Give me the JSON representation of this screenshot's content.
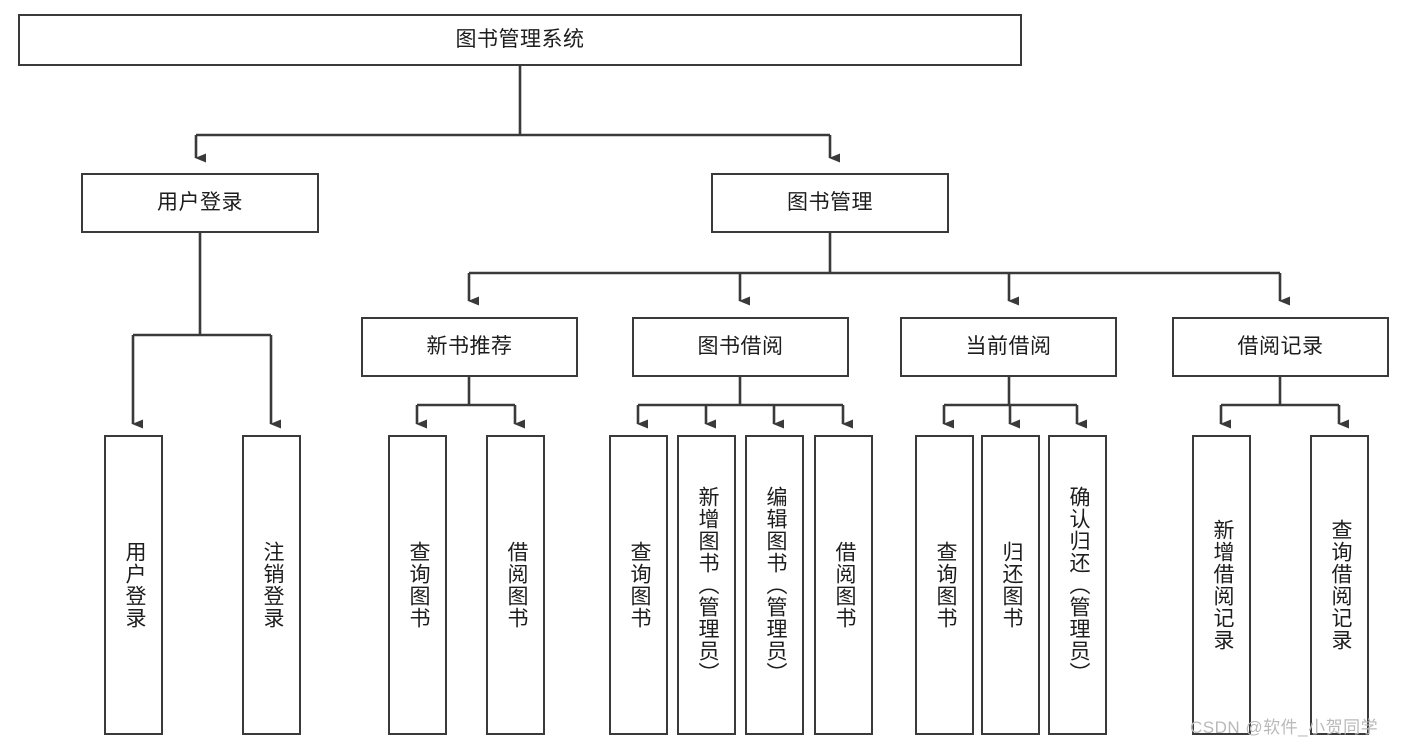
{
  "diagram": {
    "title_node": {
      "label": "图书管理系统"
    },
    "level2": [
      {
        "key": "user_login",
        "label": "用户登录"
      },
      {
        "key": "book_manage",
        "label": "图书管理"
      }
    ],
    "level3": [
      {
        "key": "new_book_rec",
        "label": "新书推荐"
      },
      {
        "key": "book_borrow",
        "label": "图书借阅"
      },
      {
        "key": "current_borrow",
        "label": "当前借阅"
      },
      {
        "key": "borrow_record",
        "label": "借阅记录"
      }
    ],
    "leaves": [
      {
        "key": "leaf_user_login",
        "label": "用户登录"
      },
      {
        "key": "leaf_user_logout",
        "label": "注销登录"
      },
      {
        "key": "leaf_query_book_1",
        "label": "查询图书"
      },
      {
        "key": "leaf_borrow_book_1",
        "label": "借阅图书"
      },
      {
        "key": "leaf_query_book_2",
        "label": "查询图书"
      },
      {
        "key": "leaf_add_book",
        "label": "新增图书（管理员）"
      },
      {
        "key": "leaf_edit_book",
        "label": "编辑图书（管理员）"
      },
      {
        "key": "leaf_borrow_book_2",
        "label": "借阅图书"
      },
      {
        "key": "leaf_query_book_3",
        "label": "查询图书"
      },
      {
        "key": "leaf_return_book",
        "label": "归还图书"
      },
      {
        "key": "leaf_confirm_return",
        "label": "确认归还（管理员）"
      },
      {
        "key": "leaf_add_record",
        "label": "新增借阅记录"
      },
      {
        "key": "leaf_query_record",
        "label": "查询借阅记录"
      }
    ]
  },
  "watermark": {
    "text": "CSDN @软件_小贺同学"
  },
  "colors": {
    "box_border": "#3a3a3a",
    "box_fill": "#ffffff",
    "edge": "#3a3a3a",
    "text": "#1d1d1d",
    "watermark": "#b9b9b9"
  }
}
